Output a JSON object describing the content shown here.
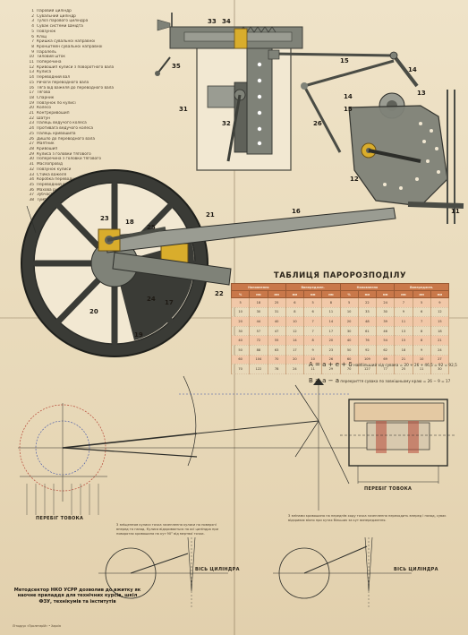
{
  "legend": [
    {
      "n": "1",
      "text": "Паровий циліндр"
    },
    {
      "n": "2",
      "text": "Сувальний циліндр"
    },
    {
      "n": "3",
      "text": "Тулоз парового циліндра"
    },
    {
      "n": "4",
      "text": "Сувак системи Шмідта"
    },
    {
      "n": "5",
      "text": "Повзунок"
    },
    {
      "n": "6",
      "text": "Кліщ"
    },
    {
      "n": "7",
      "text": "Кришка сувальної направної"
    },
    {
      "n": "8",
      "text": "Кронштейн сувальної направної"
    },
    {
      "n": "9",
      "text": "Паралель"
    },
    {
      "n": "10",
      "text": "Тиловий шток"
    },
    {
      "n": "11",
      "text": "Поперечина"
    },
    {
      "n": "12",
      "text": "Кривошип кулиси з поворотного вала"
    },
    {
      "n": "13",
      "text": "Кулиса"
    },
    {
      "n": "14",
      "text": "Переводний вал"
    },
    {
      "n": "15",
      "text": "Ричаги переводного вала"
    },
    {
      "n": "16",
      "text": "Тяга від важеля до переводного вала"
    },
    {
      "n": "17",
      "text": "Тягова"
    },
    {
      "n": "18",
      "text": "Спарник"
    },
    {
      "n": "19",
      "text": "Повзунок по кулисі"
    },
    {
      "n": "20",
      "text": "Колесо"
    },
    {
      "n": "21",
      "text": "Контркривошип"
    },
    {
      "n": "22",
      "text": "Шатун"
    },
    {
      "n": "23",
      "text": "Палець ведучого колеса"
    },
    {
      "n": "24",
      "text": "Противага ведучого колеса"
    },
    {
      "n": "25",
      "text": "Палець кривошипа"
    },
    {
      "n": "26",
      "text": "Дишло до переводного вала"
    },
    {
      "n": "27",
      "text": "Маятник"
    },
    {
      "n": "28",
      "text": "Кривошип"
    },
    {
      "n": "29",
      "text": "Кулиса з головки тягового"
    },
    {
      "n": "30",
      "text": "Поперечина з головки тягового"
    },
    {
      "n": "31",
      "text": "Маслопровід"
    },
    {
      "n": "32",
      "text": "Повзунок кулиси"
    },
    {
      "n": "33",
      "text": "Стійка важеля"
    },
    {
      "n": "34",
      "text": "Коробка переводного гвинта"
    },
    {
      "n": "35",
      "text": "Переводний гвинт"
    },
    {
      "n": "36",
      "text": "Махова рукоятка"
    },
    {
      "n": "37",
      "text": "Зубчастий диск важеля"
    },
    {
      "n": "38",
      "text": "Тумба сувального циліндра"
    }
  ],
  "part_numbers": [
    {
      "n": "33",
      "id": "p33"
    },
    {
      "n": "34",
      "id": "p34"
    },
    {
      "n": "35",
      "id": "p35"
    },
    {
      "n": "31",
      "id": "p31"
    },
    {
      "n": "32",
      "id": "p32"
    },
    {
      "n": "15",
      "id": "p15a"
    },
    {
      "n": "15",
      "id": "p15b"
    },
    {
      "n": "14",
      "id": "p14a"
    },
    {
      "n": "14",
      "id": "p14b"
    },
    {
      "n": "13",
      "id": "p13"
    },
    {
      "n": "26",
      "id": "p26"
    },
    {
      "n": "12",
      "id": "p12"
    },
    {
      "n": "11",
      "id": "p11"
    },
    {
      "n": "16",
      "id": "p16"
    },
    {
      "n": "21",
      "id": "p21"
    },
    {
      "n": "23",
      "id": "p23"
    },
    {
      "n": "18",
      "id": "p18"
    },
    {
      "n": "25",
      "id": "p25"
    },
    {
      "n": "22",
      "id": "p22"
    },
    {
      "n": "24",
      "id": "p24"
    },
    {
      "n": "17",
      "id": "p17"
    },
    {
      "n": "20",
      "id": "p20"
    },
    {
      "n": "19",
      "id": "p19"
    }
  ],
  "table": {
    "title": "ТАБЛИЦЯ ПАРОРОЗПОДІЛУ",
    "group_headers": [
      "Наповнення",
      "Випереджен.",
      "Наповнення",
      "Випереджен."
    ],
    "columns": [
      "%",
      "мм",
      "мм",
      "мм",
      "мм",
      "мм",
      "%",
      "мм",
      "мм",
      "мм",
      "мм",
      "мм"
    ],
    "rows": [
      [
        "5",
        "18",
        "25",
        "6",
        "5",
        "8",
        "5",
        "22",
        "24",
        "7",
        "5",
        "9"
      ],
      [
        "10",
        "30",
        "31",
        "8",
        "6",
        "11",
        "10",
        "33",
        "30",
        "9",
        "6",
        "12"
      ],
      [
        "20",
        "44",
        "40",
        "10",
        "7",
        "14",
        "20",
        "48",
        "39",
        "11",
        "7",
        "15"
      ],
      [
        "30",
        "57",
        "47",
        "12",
        "7",
        "17",
        "30",
        "61",
        "46",
        "13",
        "8",
        "18"
      ],
      [
        "40",
        "72",
        "55",
        "14",
        "8",
        "20",
        "40",
        "76",
        "54",
        "15",
        "8",
        "21"
      ],
      [
        "50",
        "88",
        "63",
        "17",
        "9",
        "23",
        "50",
        "92",
        "62",
        "18",
        "9",
        "24"
      ],
      [
        "60",
        "104",
        "70",
        "20",
        "10",
        "26",
        "60",
        "109",
        "69",
        "21",
        "10",
        "27"
      ],
      [
        "70",
        "122",
        "78",
        "24",
        "11",
        "29",
        "70",
        "127",
        "77",
        "25",
        "11",
        "30"
      ]
    ]
  },
  "formulas": {
    "a_lead": "A = a + e + δ",
    "a_text": "найбільший хід сувака = 20 + 26 + 46,5 = 92 = 92,5",
    "b_lead": "B = a − a",
    "b_text": "перекриття сувака по зовнішньому краю = 26 − 9 = 17"
  },
  "notes": {
    "left": "З зміщенням кулиси точка зачеплення кулиси по поверхні вперед та назад. Кулиса відкривається по осі циліндра при поворотах кривошипа на кут 90° від мертвої точки.",
    "right": "З змінами кривошипа на переднім ходу точка зачеплення переходить вперед і назад, сувак відкриває вікно при кутах більших за кут випередження."
  },
  "axis_labels": {
    "travel_left": "ПЕРЕБІГ ТОВОКА",
    "travel_right": "ПЕРЕБІГ ТОВОКА",
    "cyl_axis_1": "ВІСЬ ЦИЛІНДРА",
    "cyl_axis_2": "ВІСЬ ЦИЛІНДРА"
  },
  "approval": "Методсектор НКО УСРР дозволив до вжитку як наочне приладдя для технічних курсів, шкіл ФЗУ, технікумів та інститутів",
  "imprint": "Літодрук «Пролетарій» • Харків",
  "colors": {
    "paper": "#e9dcc0",
    "metal": "#7f8278",
    "metal_dark": "#4a4c45",
    "brass": "#d9ad2c",
    "table_header": "#c9784a",
    "highlight_row": "#f1c8a8",
    "red_line": "#b84a3a",
    "blue_line": "#3a4fa8"
  }
}
